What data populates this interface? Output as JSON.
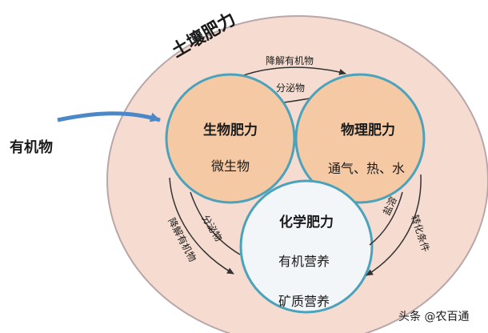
{
  "outer_label": "土壤肥力",
  "input_label": "有机物",
  "circles": {
    "bio": {
      "title": "生物肥力",
      "line1": "微生物"
    },
    "phys": {
      "title": "物理肥力",
      "line1": "通气、热、水"
    },
    "chem": {
      "title": "化学肥力",
      "line1": "有机营养",
      "line2": "矿质营养"
    }
  },
  "arrows": {
    "top_outer": "降解有机物",
    "top_inner": "分泌物",
    "left_inner": "分泌物",
    "left_outer": "降解有机物",
    "right_inner": "盐溶",
    "right_outer": "转化条件"
  },
  "watermark": "头条 @农百通",
  "colors": {
    "outer_fill": "#f6dcd0",
    "outer_stroke": "#b9a6a8",
    "circle_fill": "#f6c9a5",
    "circle_stroke": "#4aa2bb",
    "chem_fill": "#f3f6f8",
    "arrow_blue": "#4c88c8"
  }
}
